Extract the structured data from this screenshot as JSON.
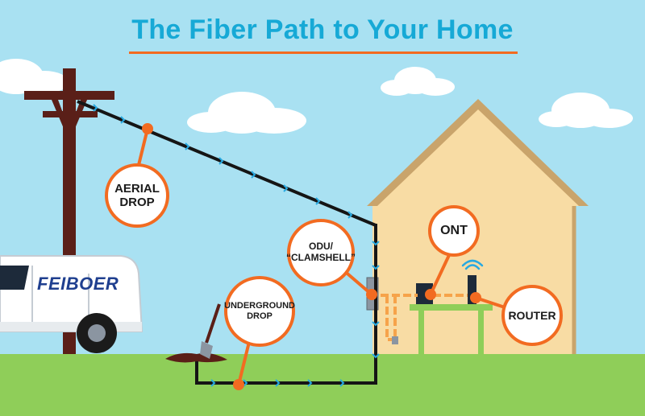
{
  "title": "The Fiber Path to Your Home",
  "van": {
    "brand": "FEIBOER"
  },
  "callouts": {
    "aerial_drop": "AERIAL\nDROP",
    "odu": "ODU/\n“CLAMSHELL”",
    "underground_drop": "UNDERGROUND\nDROP",
    "ont": "ONT",
    "router": "ROUTER"
  },
  "colors": {
    "sky": "#a9e1f2",
    "grass": "#8fce59",
    "title": "#16a9d6",
    "accent": "#f26b21",
    "pole": "#5a1f18",
    "house": "#f8dca4",
    "house_outline": "#c9a46b",
    "cable": "#151515",
    "fiber_marker": "#27a9e1"
  },
  "icons": [
    "utility-pole",
    "service-van",
    "house",
    "shovel",
    "ont-device",
    "router-wifi-icon",
    "table"
  ]
}
